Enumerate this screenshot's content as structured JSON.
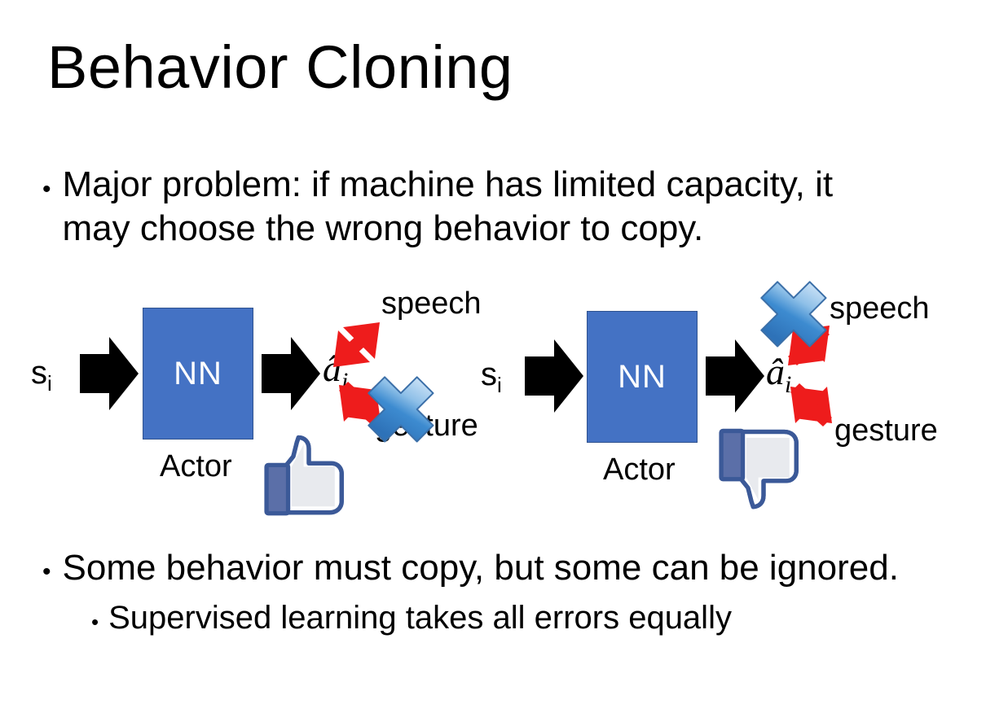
{
  "slide": {
    "title": "Behavior Cloning",
    "background_color": "#FFFFFF"
  },
  "bullets": [
    {
      "marker": "•",
      "text": "Major problem: if machine has limited capacity, it may choose the wrong behavior to copy.",
      "level": 1
    },
    {
      "marker": "•",
      "text": "Some behavior must copy, but some can be ignored.",
      "level": 1
    },
    {
      "marker": "•",
      "text": "Supervised learning takes all errors equally",
      "level": 2
    }
  ],
  "colors": {
    "nn_fill": "#4472C4",
    "nn_border": "#2F528F",
    "arrow_black": "#000000",
    "arrow_red": "#EE1C1C",
    "cross_blue_light": "#BBD8F4",
    "cross_blue_mid": "#4E95D9",
    "cross_blue_dark": "#2E6DB4",
    "cross_outline": "#3B6FA8",
    "thumb_outline": "#3B5998",
    "thumb_fill": "#FFFFFF",
    "thumb_shade": "#E4E6EB",
    "thumb_cuff": "#5B6FA8",
    "text_black": "#000000",
    "nn_text": "#FFFFFF"
  },
  "diagrams": [
    {
      "id": "left",
      "state_label": "s",
      "state_subscript": "i",
      "nn_label": "NN",
      "actor_label": "Actor",
      "action_label": "â",
      "action_subscript": "i",
      "branches": [
        {
          "label": "speech",
          "direction": "up-right",
          "crossed_out": false
        },
        {
          "label": "gesture",
          "direction": "down-right",
          "crossed_out": true
        }
      ],
      "feedback_icon": "thumbs-up-icon"
    },
    {
      "id": "right",
      "state_label": "s",
      "state_subscript": "i",
      "nn_label": "NN",
      "actor_label": "Actor",
      "action_label": "â",
      "action_subscript": "i",
      "branches": [
        {
          "label": "speech",
          "direction": "up-right",
          "crossed_out": true
        },
        {
          "label": "gesture",
          "direction": "down-right",
          "crossed_out": false
        }
      ],
      "feedback_icon": "thumbs-down-icon"
    }
  ]
}
